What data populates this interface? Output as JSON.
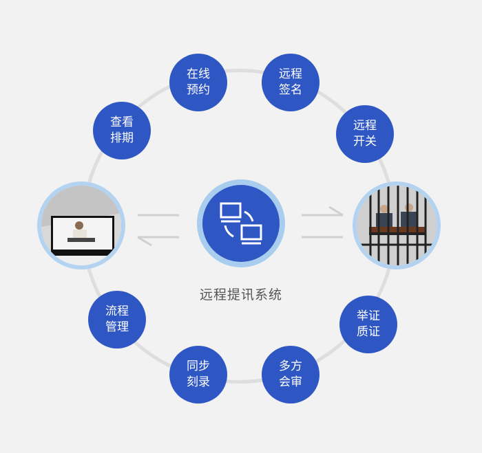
{
  "title": "远程提讯系统",
  "nodes": [
    {
      "l1": "在线",
      "l2": "预约"
    },
    {
      "l1": "远程",
      "l2": "签名"
    },
    {
      "l1": "查看",
      "l2": "排期"
    },
    {
      "l1": "远程",
      "l2": "开关"
    },
    {
      "l1": "流程",
      "l2": "管理"
    },
    {
      "l1": "举证",
      "l2": "质证"
    },
    {
      "l1": "同步",
      "l2": "刻录"
    },
    {
      "l1": "多方",
      "l2": "会审"
    }
  ],
  "colors": {
    "node": "#2f57c4",
    "ring": "#dedede",
    "halo": "#b3d3f0"
  }
}
